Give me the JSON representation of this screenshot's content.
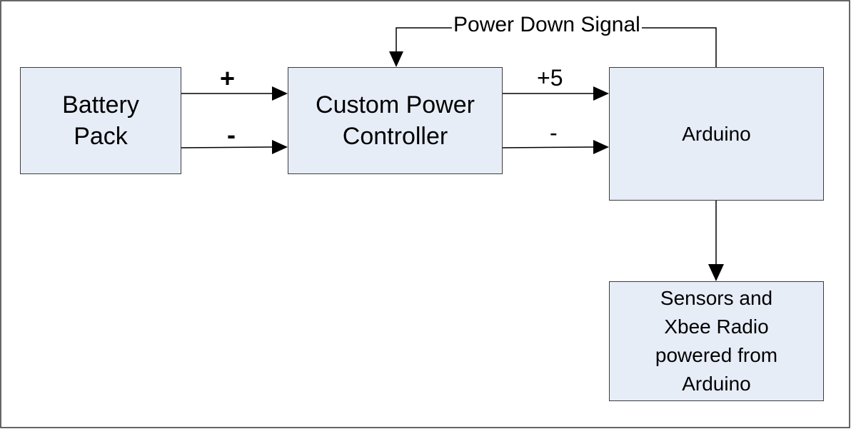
{
  "blocks": {
    "battery": {
      "line1": "Battery",
      "line2": "Pack"
    },
    "controller": {
      "line1": "Custom Power",
      "line2": "Controller"
    },
    "arduino": {
      "label": "Arduino"
    },
    "sensors": {
      "line1": "Sensors and",
      "line2": "Xbee Radio",
      "line3": "powered from",
      "line4": "Arduino"
    }
  },
  "connections": {
    "battery_positive": "+",
    "battery_negative": "-",
    "controller_positive": "+5",
    "controller_negative": "-",
    "feedback": "Power Down Signal"
  }
}
